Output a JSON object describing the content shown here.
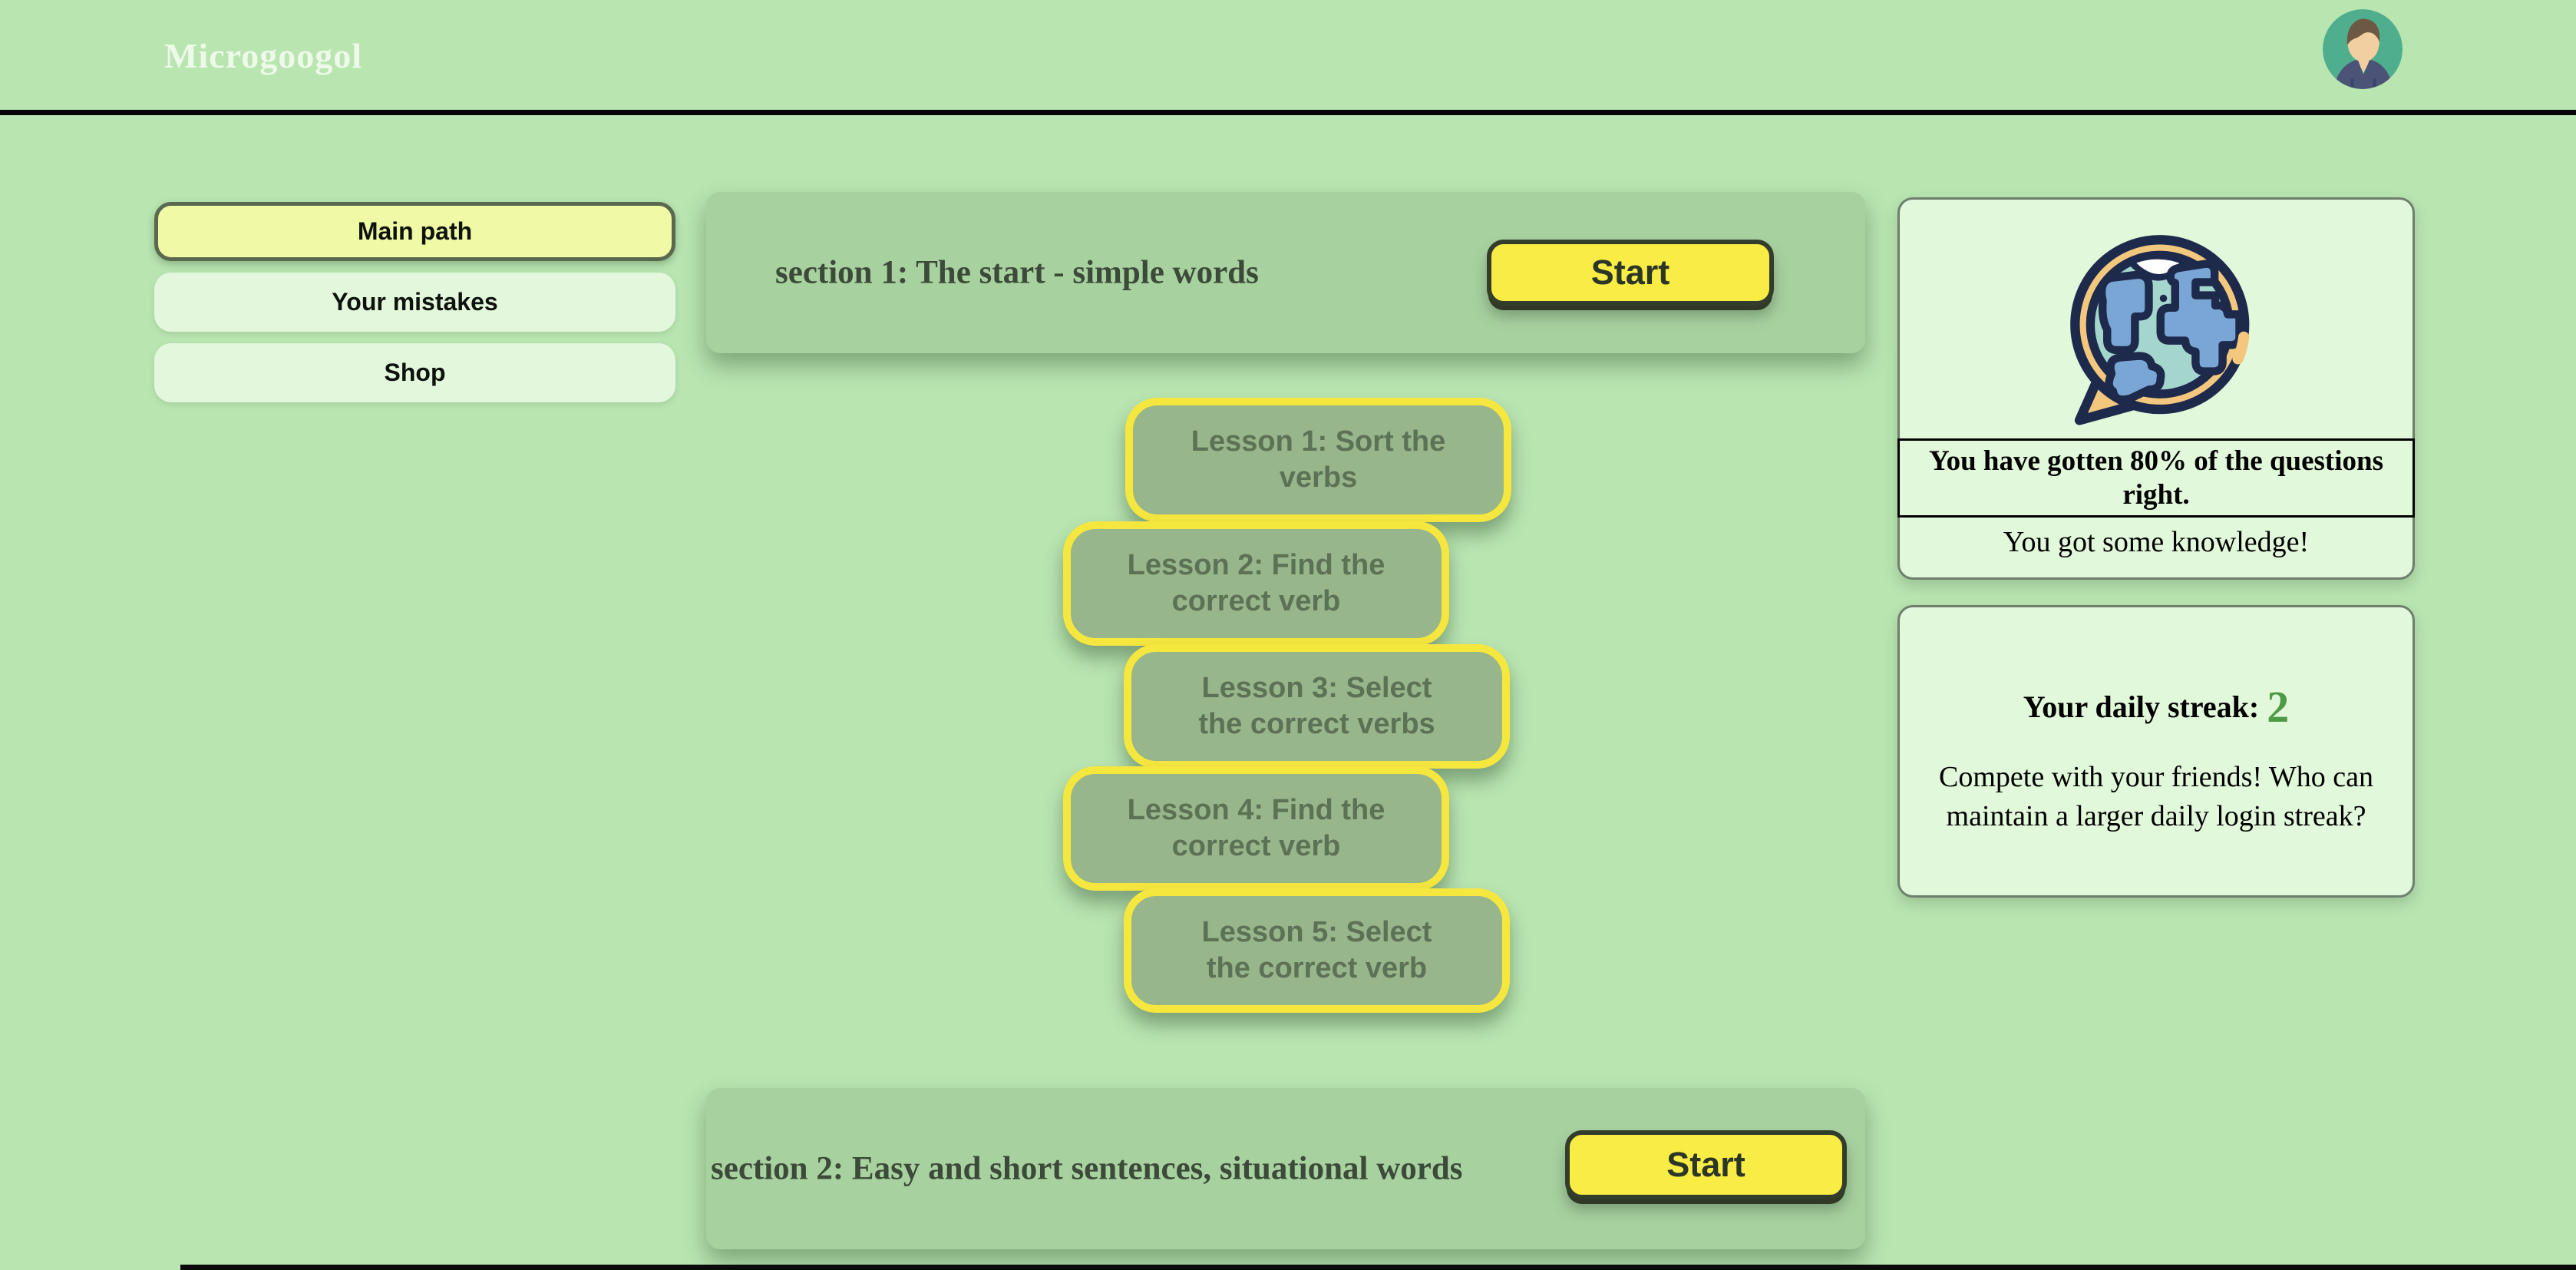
{
  "header": {
    "title": "Microgoogol"
  },
  "avatar": {
    "icon": "user-avatar"
  },
  "sidebar": {
    "items": [
      {
        "label": "Main path",
        "active": true
      },
      {
        "label": "Your mistakes",
        "active": false
      },
      {
        "label": "Shop",
        "active": false
      }
    ]
  },
  "sections": [
    {
      "title": "section 1: The start - simple words",
      "start_label": "Start"
    },
    {
      "title": "section 2: Easy and short sentences, situational words",
      "start_label": "Start"
    }
  ],
  "lessons": [
    {
      "label": "Lesson 1: Sort the\nverbs"
    },
    {
      "label": "Lesson 2: Find the\ncorrect verb"
    },
    {
      "label": "Lesson 3: Select\nthe correct verbs"
    },
    {
      "label": "Lesson 4: Find the\ncorrect verb"
    },
    {
      "label": "Lesson 5: Select\nthe correct verb"
    }
  ],
  "knowledge_card": {
    "icon": "globe-speech-bubble",
    "headline": "You have gotten 80% of the questions\nright.",
    "subtext": "You got some knowledge!"
  },
  "streak_card": {
    "label": "Your daily streak:",
    "value": "2",
    "description": "Compete with your friends! Who can\nmaintain a larger daily login streak?"
  },
  "colors": {
    "page_bg": "#b9e5b1",
    "section_card_green": "#a8d1a0",
    "lesson_green": "#97b68b",
    "lesson_border_yellow": "#f6e73f",
    "start_button_yellow": "#f9ec45",
    "start_button_border": "#333d2b",
    "active_nav_yellow": "#f0f9a4",
    "info_card_bg": "#e2f8da",
    "streak_number_green": "#4e9b47",
    "globe_navy": "#1e2a4c",
    "globe_orange": "#f3c87e",
    "globe_teal": "#a5d6cd",
    "globe_blue": "#7aa6d6"
  }
}
